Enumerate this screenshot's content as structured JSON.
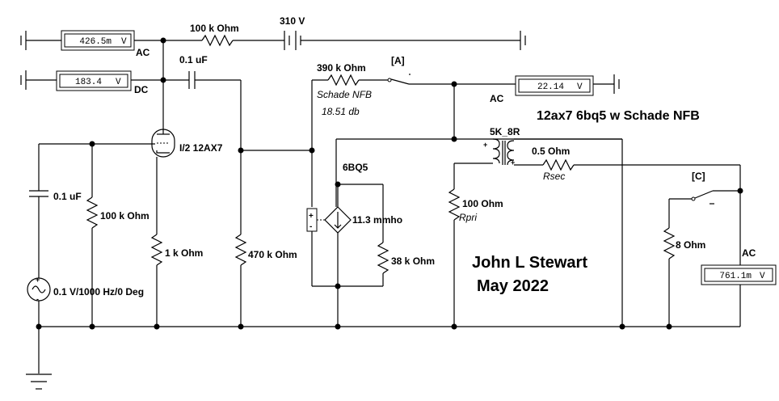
{
  "title": "12ax7 6bq5 w Schade NFB",
  "author": "John L Stewart",
  "date": "May 2022",
  "meters": {
    "m1": {
      "value": "426.5m",
      "unit": "V",
      "mode": "AC"
    },
    "m2": {
      "value": "183.4",
      "unit": "V",
      "mode": "DC"
    },
    "m3": {
      "value": "22.14",
      "unit": "V",
      "mode": "AC"
    },
    "m4": {
      "value": "761.1m",
      "unit": "V",
      "mode": "AC"
    }
  },
  "components": {
    "r_plate": "100 k Ohm",
    "battery": "310 V",
    "c_couple": "0.1 uF",
    "r_nfb": "390 k Ohm",
    "nfb_name": "Schade NFB",
    "nfb_gain": "18.51 db",
    "switch_a": "[A]",
    "switch_c": "[C]",
    "tube": "I/2 12AX7",
    "c_input": "0.1 uF",
    "r_input": "100 k Ohm",
    "r_cathode": "1 k Ohm",
    "r_grid": "470 k Ohm",
    "source": "0.1 V/1000 Hz/0 Deg",
    "pentode": "6BQ5",
    "gm": "11.3 mmho",
    "r_plate_res": "38 k Ohm",
    "transformer": "5K_8R",
    "r_pri": "100  Ohm",
    "r_pri_name": "Rpri",
    "r_sec": "0.5  Ohm",
    "r_sec_name": "Rsec",
    "r_load": "8  Ohm"
  }
}
